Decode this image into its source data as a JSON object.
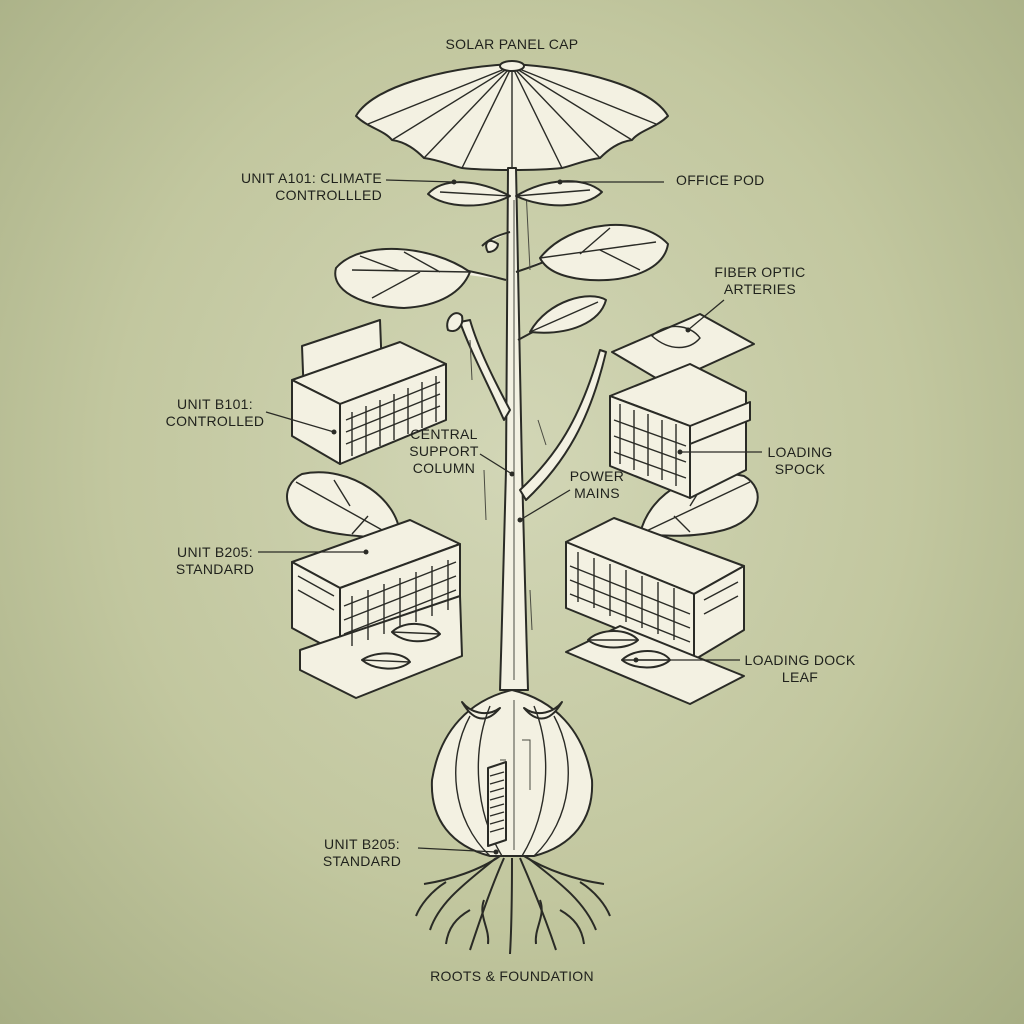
{
  "labels": {
    "solar_cap": "SOLAR PANEL CAP",
    "unit_a101": [
      "UNIT A101: CLIMATE",
      "CONTROLLLED"
    ],
    "office_pod": "OFFICE POD",
    "fiber_optic": [
      "FIBER OPTIC",
      "ARTERIES"
    ],
    "unit_b101": [
      "UNIT B101:",
      "CONTROLLED"
    ],
    "central_column": [
      "CENTRAL",
      "SUPPORT",
      "COLUMN"
    ],
    "power_mains": [
      "POWER",
      "MAINS"
    ],
    "loading_spock": [
      "LOADING",
      "SPOCK"
    ],
    "unit_b205_left": [
      "UNIT B205:",
      "STANDARD"
    ],
    "loading_dock_leaf": [
      "LOADING DOCK",
      "LEAF"
    ],
    "unit_b205_bulb": [
      "UNIT B205:",
      "STANDARD"
    ],
    "roots": "ROOTS & FOUNDATION"
  },
  "colors": {
    "background": "#c2c79f",
    "ink": "#2a2b26",
    "paper": "#f3f1e2"
  }
}
